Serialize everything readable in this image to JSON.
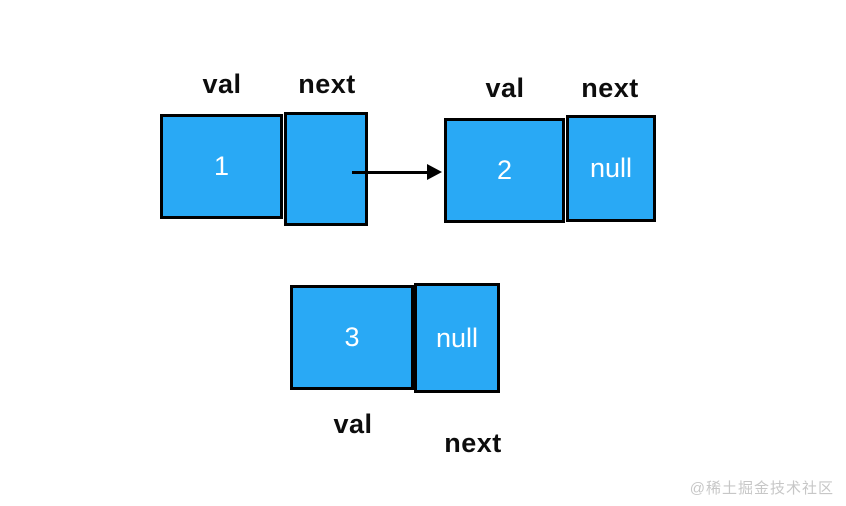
{
  "diagram": {
    "type": "singly-linked-list",
    "field_labels": {
      "val": "val",
      "next": "next"
    },
    "nodes": [
      {
        "name": "node-1",
        "val": "1",
        "next": "",
        "points_to": "node-2"
      },
      {
        "name": "node-2",
        "val": "2",
        "next": "null"
      },
      {
        "name": "node-3",
        "val": "3",
        "next": "null"
      }
    ]
  },
  "watermark": {
    "text": "@稀土掘金技术社区"
  },
  "colors": {
    "node_fill": "#29a9f5",
    "node_border": "#000000",
    "node_text": "#ffffff",
    "label_text": "#0d0d0d",
    "arrow": "#000000",
    "watermark_text": "#c7c7c7",
    "background": "#ffffff"
  }
}
